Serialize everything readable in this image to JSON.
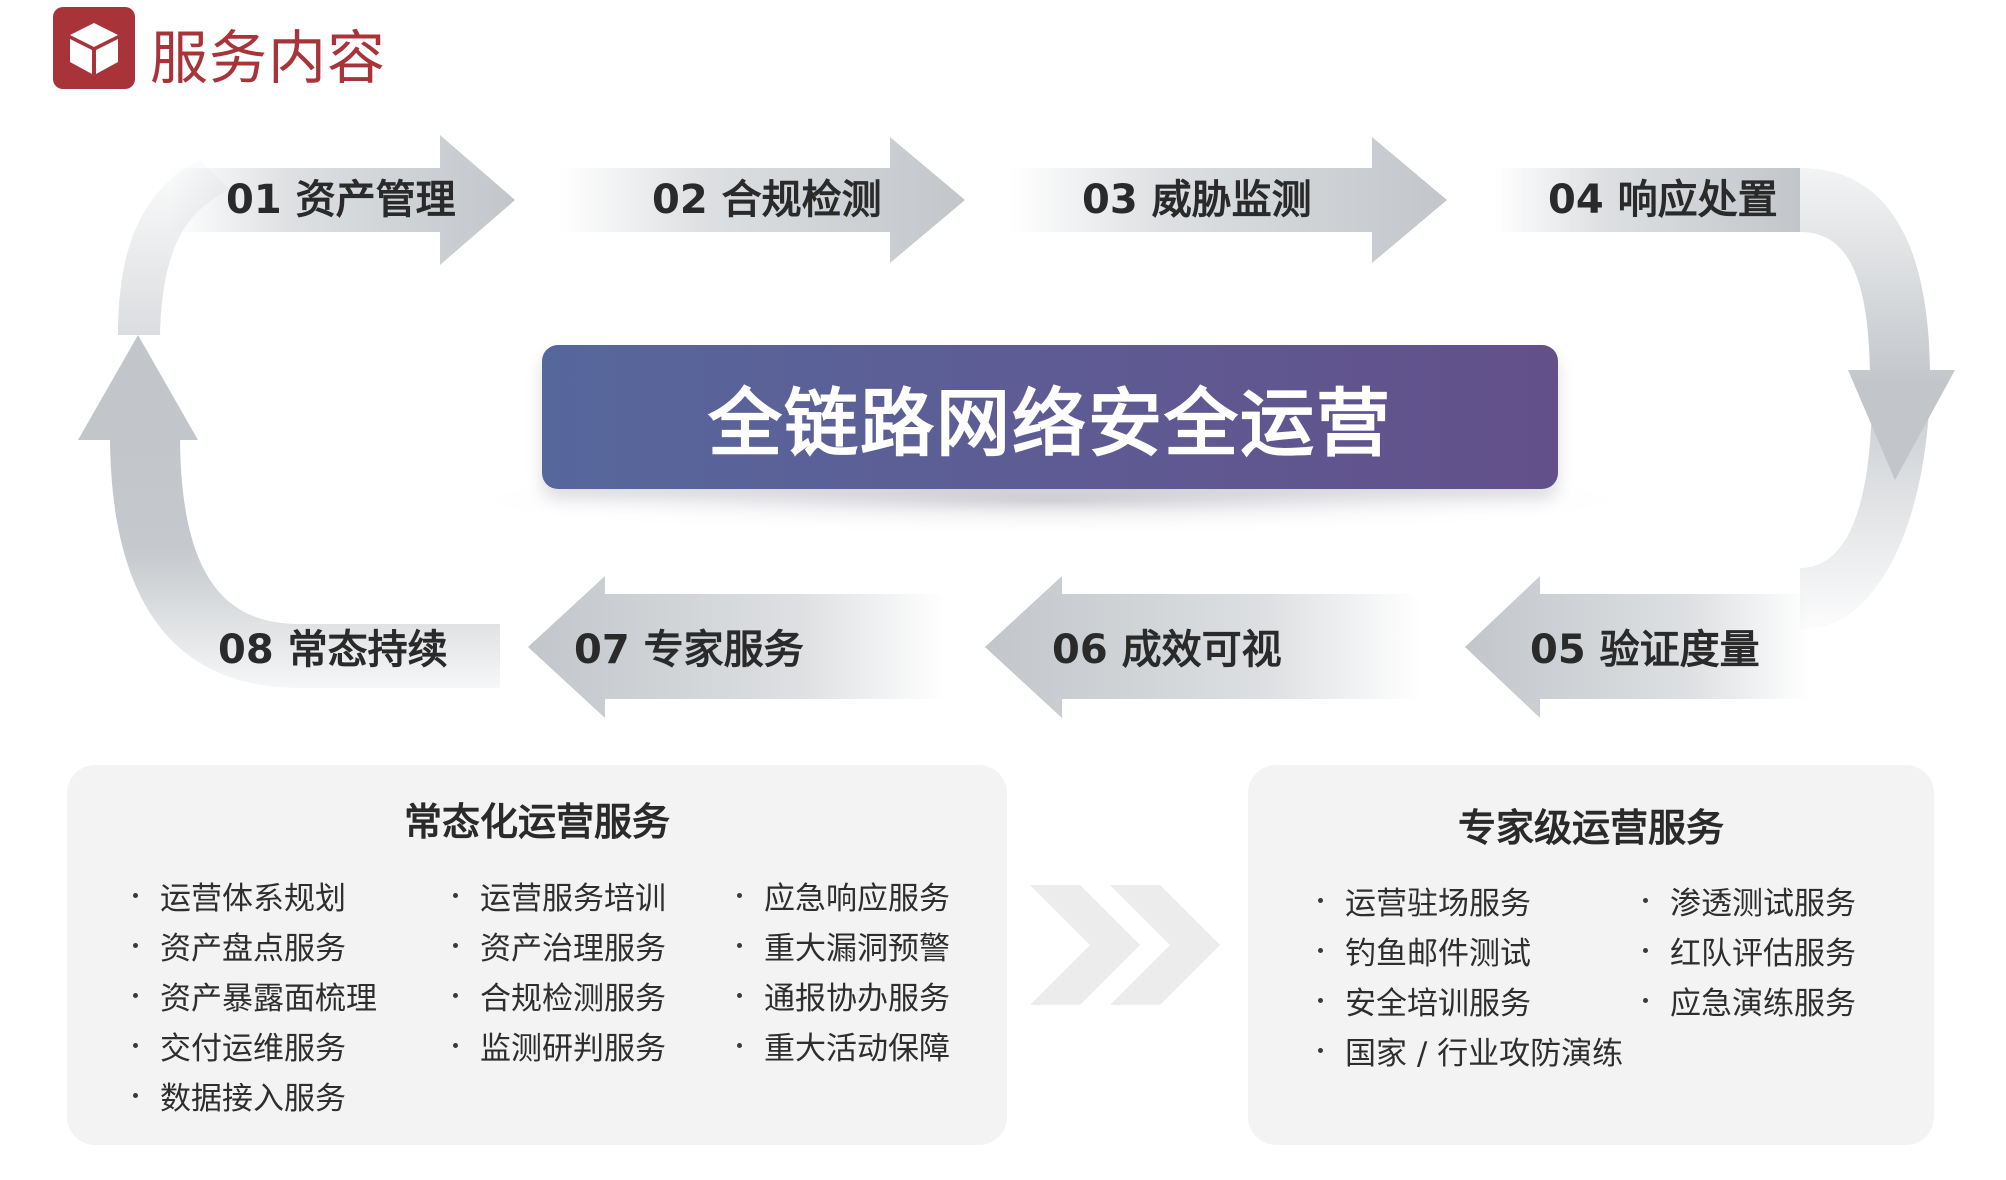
{
  "header": {
    "title": "服务内容",
    "icon": "box-icon",
    "accent": "#a8343a"
  },
  "center": {
    "title": "全链路网络安全运营",
    "gradient": [
      "#56679c",
      "#62508a"
    ]
  },
  "steps": [
    {
      "label": "01 资产管理"
    },
    {
      "label": "02 合规检测"
    },
    {
      "label": "03 威胁监测"
    },
    {
      "label": "04 响应处置"
    },
    {
      "label": "05 验证度量"
    },
    {
      "label": "06 成效可视"
    },
    {
      "label": "07 专家服务"
    },
    {
      "label": "08 常态持续"
    }
  ],
  "panels": {
    "routine": {
      "title": "常态化运营服务",
      "columns": [
        [
          "运营体系规划",
          "资产盘点服务",
          "资产暴露面梳理",
          "交付运维服务",
          "数据接入服务"
        ],
        [
          "运营服务培训",
          "资产治理服务",
          "合规检测服务",
          "监测研判服务"
        ],
        [
          "应急响应服务",
          "重大漏洞预警",
          "通报协办服务",
          "重大活动保障"
        ]
      ]
    },
    "expert": {
      "title": "专家级运营服务",
      "columns": [
        [
          "运营驻场服务",
          "钓鱼邮件测试",
          "安全培训服务",
          "国家 / 行业攻防演练"
        ],
        [
          "渗透测试服务",
          "红队评估服务",
          "应急演练服务"
        ]
      ]
    }
  },
  "colors": {
    "arrow": "#c2c6ca",
    "panel_bg": "#f3f3f3",
    "chevron": "#eeeeee"
  }
}
